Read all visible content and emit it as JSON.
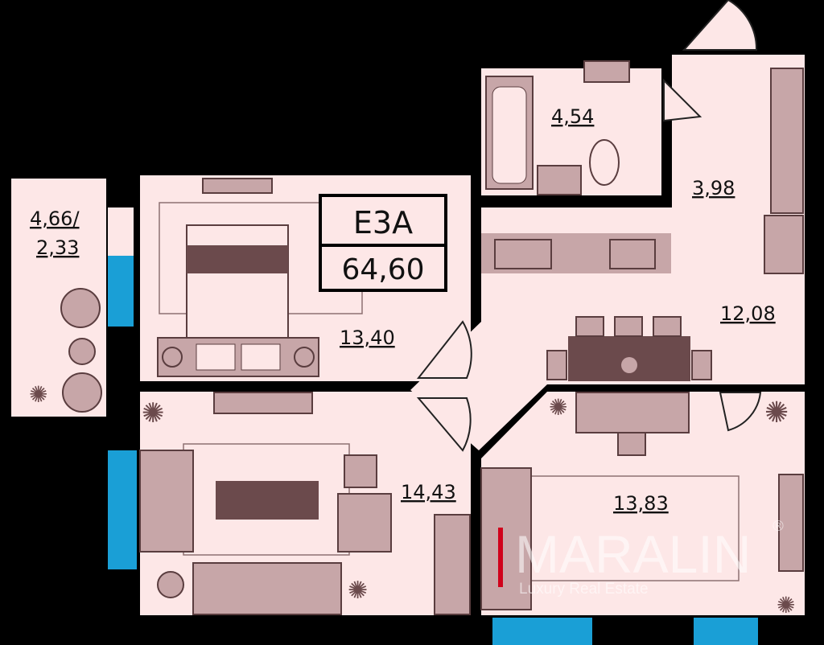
{
  "apartment": {
    "code": "E3A",
    "total_area": "64,60"
  },
  "rooms": [
    {
      "id": "balcony",
      "area": "4,66/",
      "area2": "2,33"
    },
    {
      "id": "bedroom",
      "area": "13,40"
    },
    {
      "id": "bathroom",
      "area": "4,54"
    },
    {
      "id": "hallway",
      "area": "3,98"
    },
    {
      "id": "kitchen-living",
      "area": "12,08"
    },
    {
      "id": "living-room",
      "area": "14,43"
    },
    {
      "id": "second-bedroom",
      "area": "13,83"
    }
  ],
  "watermark": {
    "brand": "MARALIN",
    "tagline": "Luxury Real Estate",
    "mark": "®"
  },
  "colors": {
    "room": "#fde7e7",
    "furniture": "#c7a6a8",
    "furniture_dark": "#6b4a4c",
    "window": "#1a9fd6",
    "walls": "#000000"
  }
}
